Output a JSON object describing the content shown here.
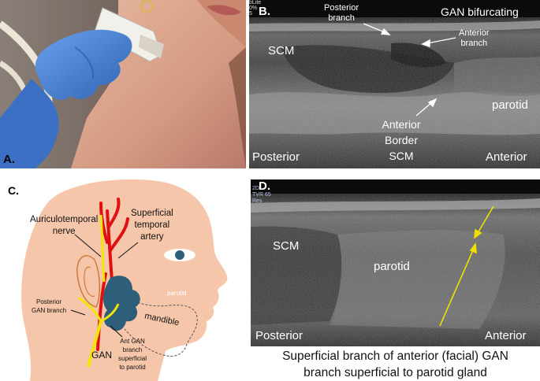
{
  "panel_a": {
    "label": "A."
  },
  "panel_b": {
    "label": "B.",
    "title": "GAN bifurcating",
    "labels": {
      "posterior_branch_1": "Posterior",
      "posterior_branch_2": "branch",
      "anterior_branch_1": "Anterior",
      "anterior_branch_2": "branch",
      "scm": "SCM",
      "parotid": "parotid",
      "border_1": "Anterior",
      "border_2": "Border",
      "border_3": "SCM",
      "posterior": "Posterior",
      "anterior": "Anterior"
    }
  },
  "panel_c": {
    "label": "C.",
    "labels": {
      "auriculotemporal_1": "Auriculotemporal",
      "auriculotemporal_2": "nerve",
      "sta_1": "Superficial",
      "sta_2": "temporal",
      "sta_3": "artery",
      "parotid": "parotid",
      "posterior_gan_1": "Posterior",
      "posterior_gan_2": "GAN branch",
      "mandible": "mandible",
      "gan": "GAN",
      "ant_gan_1": "Ant GAN",
      "ant_gan_2": "branch",
      "ant_gan_3": "superficial",
      "ant_gan_4": "to parotid"
    }
  },
  "panel_d": {
    "label": "D.",
    "labels": {
      "scm": "SCM",
      "parotid": "parotid",
      "posterior": "Posterior",
      "anterior": "Anterior"
    }
  },
  "caption": {
    "line1": "Superficial branch of anterior (facial) GAN",
    "line2": "branch superficial to parotid gland"
  },
  "colors": {
    "nerve": "#f5e400",
    "artery": "#e01010",
    "parotid": "#2e5f7a",
    "skin": "#f4c4a8",
    "glove": "#4a86d8",
    "arrow_yellow": "#f0e000"
  }
}
